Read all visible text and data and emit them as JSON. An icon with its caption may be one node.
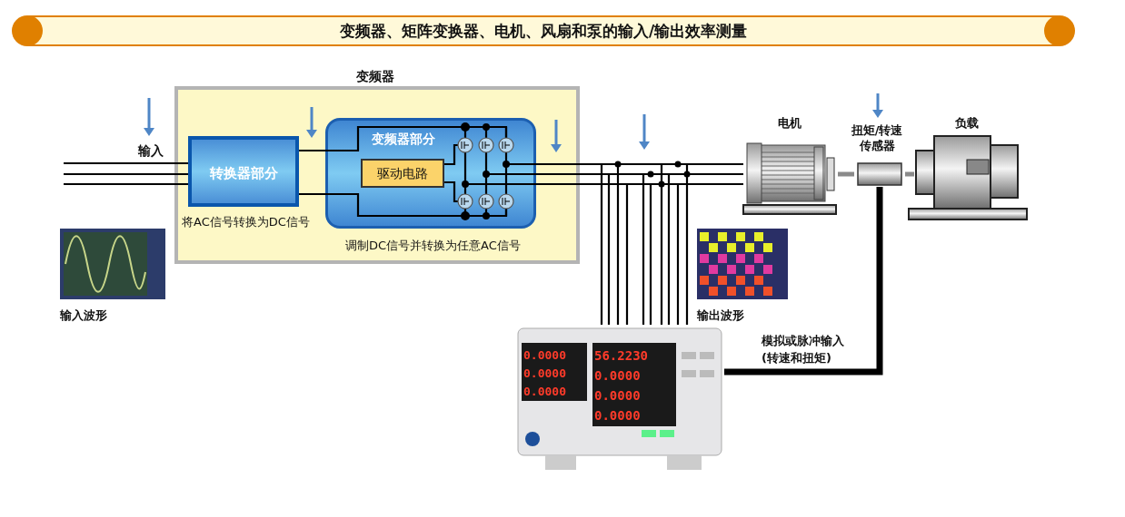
{
  "diagram": {
    "title": "变频器、矩阵变换器、电机、风扇和泵的输入/输出效率测量",
    "nodes": [
      {
        "text": [
          "变频器"
        ]
      },
      {
        "text": [
          "转换器部分"
        ],
        "in": 0,
        "beside": [
          "将AC信号转换为DC信号"
        ]
      },
      {
        "text": [
          "变频器部分"
        ],
        "in": 0,
        "beside": [
          "调制DC信号并转换为任意AC信号"
        ]
      },
      {
        "text": [
          "驱动电路"
        ],
        "in": 2
      },
      {
        "text": [],
        "shape": "picture",
        "beside": [
          "电机"
        ]
      },
      {
        "text": [],
        "shape": "picture",
        "beside": [
          "扭矩/转速传感器"
        ]
      },
      {
        "text": [],
        "shape": "picture",
        "beside": [
          "负载"
        ]
      },
      {
        "text": [],
        "shape": "picture"
      },
      {
        "text": [],
        "shape": "picture",
        "beside": [
          "输入波形"
        ]
      },
      {
        "text": [],
        "shape": "picture",
        "beside": [
          "输出波形"
        ]
      }
    ],
    "edges": [
      {
        "from": null,
        "to": 1,
        "arrow": "none",
        "label": "输入"
      },
      {
        "from": 1,
        "to": 2,
        "arrow": "none"
      },
      {
        "from": 2,
        "to": 4,
        "arrow": "none"
      },
      {
        "from": 4,
        "to": 5,
        "arrow": "none",
        "style": "thick",
        "color": "#8a8a8a"
      },
      {
        "from": 5,
        "to": 6,
        "arrow": "none",
        "style": "thick",
        "color": "#8a8a8a"
      },
      {
        "from": 5,
        "to": 7,
        "arrow": "none",
        "style": "thick",
        "label": "模拟或脉冲输入 (转速和扭矩)"
      },
      {
        "from": null,
        "to": 7,
        "arrow": "none"
      }
    ],
    "labels": [
      "0.0000",
      "56.2230",
      "0.0000",
      "0.0000",
      "0.0000",
      "0.0000",
      "0.0000"
    ]
  }
}
